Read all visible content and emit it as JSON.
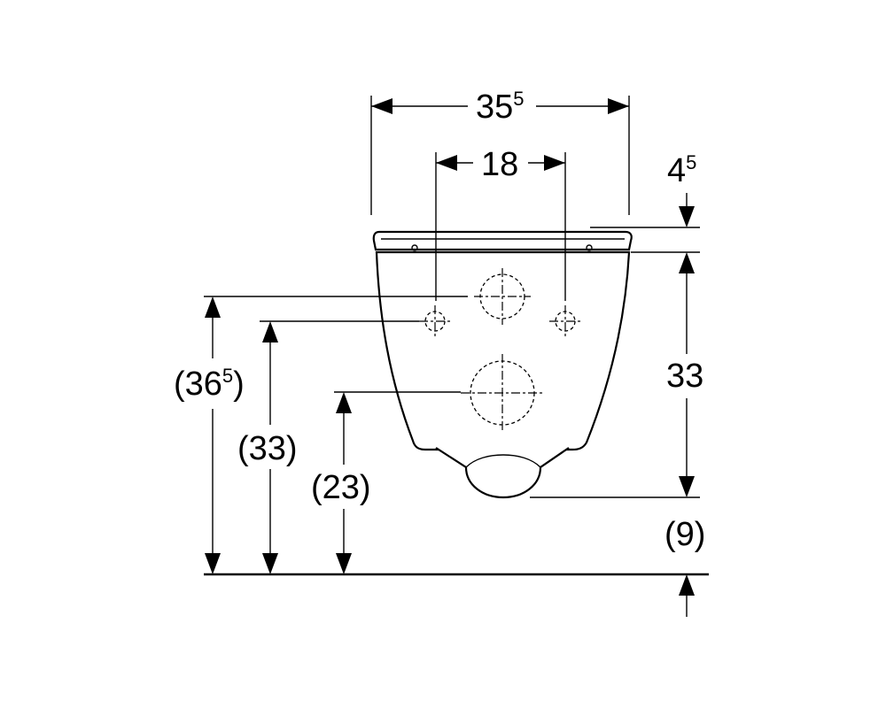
{
  "diagram": {
    "labels": {
      "overall_width": {
        "main": "35",
        "sup": "5"
      },
      "inlet_spacing": "18",
      "seat_offset": {
        "main": "4",
        "sup": "5"
      },
      "bowl_height": "33",
      "total_height": {
        "main": "(36",
        "sup": "5",
        "tail": ")"
      },
      "inlet_height": "(33)",
      "outlet_height": "(23)",
      "floor_offset": "(9)"
    }
  }
}
